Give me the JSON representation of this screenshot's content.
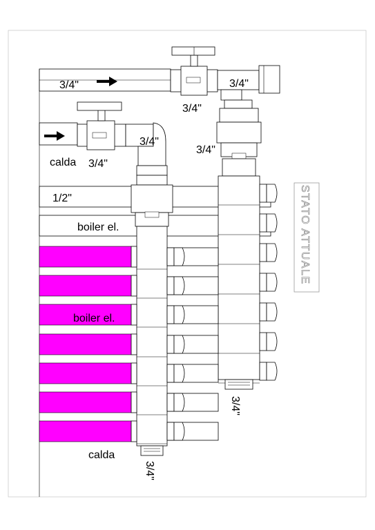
{
  "labels": {
    "hot_pipe_size": "3/4\"",
    "hot_valve_size": "3/4\"",
    "hot_elbow_size": "3/4\"",
    "hot_riser_size": "3/4\"",
    "cold_pipe_label": "calda",
    "cold_valve_size": "3/4\"",
    "cold_elbow_size": "3/4\"",
    "half_inch_line": "1/2\"",
    "boiler_line_upper": "boiler el.",
    "boiler_line_magenta": "boiler el.",
    "bottom_label": "calda",
    "right_manifold_outlet": "3/4\"",
    "left_manifold_outlet": "3/4\"",
    "status_stamp": "STATO ATTUALE"
  },
  "colors": {
    "magenta_pipe": "#ff00ff",
    "line": "#000000",
    "stamp_text": "#8a8a8a"
  },
  "magenta_pipe_count": 7
}
